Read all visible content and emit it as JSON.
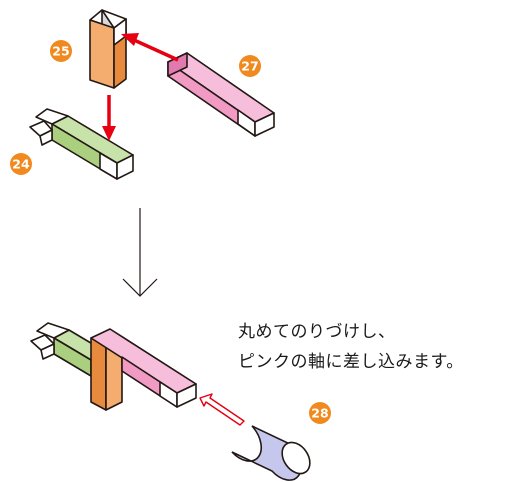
{
  "colors": {
    "orange_front": "#f4ad6f",
    "orange_side": "#e88a3e",
    "orange_top": "#f8c89a",
    "pink_front": "#f09ac4",
    "pink_side": "#e27aaf",
    "pink_top": "#f7bedb",
    "green_front": "#a9cf7f",
    "green_side": "#8dbd5f",
    "green_top": "#c8e3a9",
    "lavender_side": "#c5c7ec",
    "lavender_end": "#ffffff",
    "badge": "#f08a1f",
    "arrow_red": "#e60012",
    "outline": "#231815"
  },
  "badges": {
    "b25": "25",
    "b27": "27",
    "b24": "24",
    "b28": "28"
  },
  "caption": {
    "line1": "丸めてのりづけし、",
    "line2": "ピンクの軸に差し込みます。"
  },
  "icons": [
    "down-arrow-icon",
    "insert-arrow-icon"
  ]
}
